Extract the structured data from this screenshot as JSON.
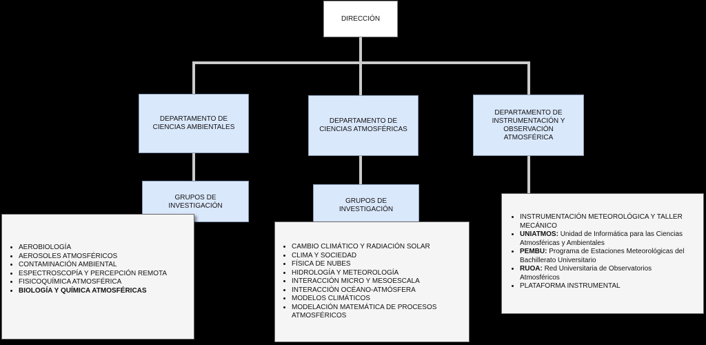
{
  "root": "DIRECCIÓN",
  "departments": [
    {
      "title": "DEPARTAMENTO DE CIENCIAS AMBIENTALES",
      "group": "GRUPOS DE INVESTIGACIÓN",
      "items": [
        "AEROBIOLOGÍA",
        "AEROSOLES ATMOSFÉRICOS",
        "CONTAMINACIÓN AMBIENTAL",
        "ESPECTROSCOPÍA Y PERCEPCIÓN REMOTA",
        "FISICOQUÍMICA ATMOSFÉRICA",
        "BIOLOGÍA Y QUÍMICA ATMOSFÉRICAS"
      ]
    },
    {
      "title": "DEPARTAMENTO DE CIENCIAS ATMOSFÉRICAS",
      "group": "GRUPOS DE INVESTIGACIÓN",
      "items": [
        "CAMBIO CLIMÁTICO Y RADIACIÓN SOLAR",
        "CLIMA Y SOCIEDAD",
        "FÍSICA DE NUBES",
        "HIDROLOGÍA Y METEOROLOGÍA",
        "INTERACCIÓN MICRO Y MESOESCALA",
        "INTERACCIÓN OCÉANO-ATMÓSFERA",
        "MODELOS CLIMÁTICOS",
        "MODELACIÓN MATEMÁTICA DE PROCESOS ATMOSFÉRICOS"
      ]
    },
    {
      "title": "DEPARTAMENTO DE INSTRUMENTACIÓN Y OBSERVACIÓN ATMOSFÉRICA",
      "items": [
        {
          "text": "INSTRUMENTACIÓN METEOROLÓGICA Y TALLER MECÁNICO"
        },
        {
          "bold": "UNIATMOS:",
          "text": "Unidad de Informática para las Ciencias Atmosféricas y Ambientales"
        },
        {
          "bold": "PEMBU:",
          "text": "Programa de Estaciones Meteorológicas del Bachillerato Universitario"
        },
        {
          "bold": "RUOA:",
          "text": "Red Universitaria de Observatorios Atmosféricos"
        },
        {
          "text": "PLATAFORMA INSTRUMENTAL"
        }
      ]
    }
  ]
}
